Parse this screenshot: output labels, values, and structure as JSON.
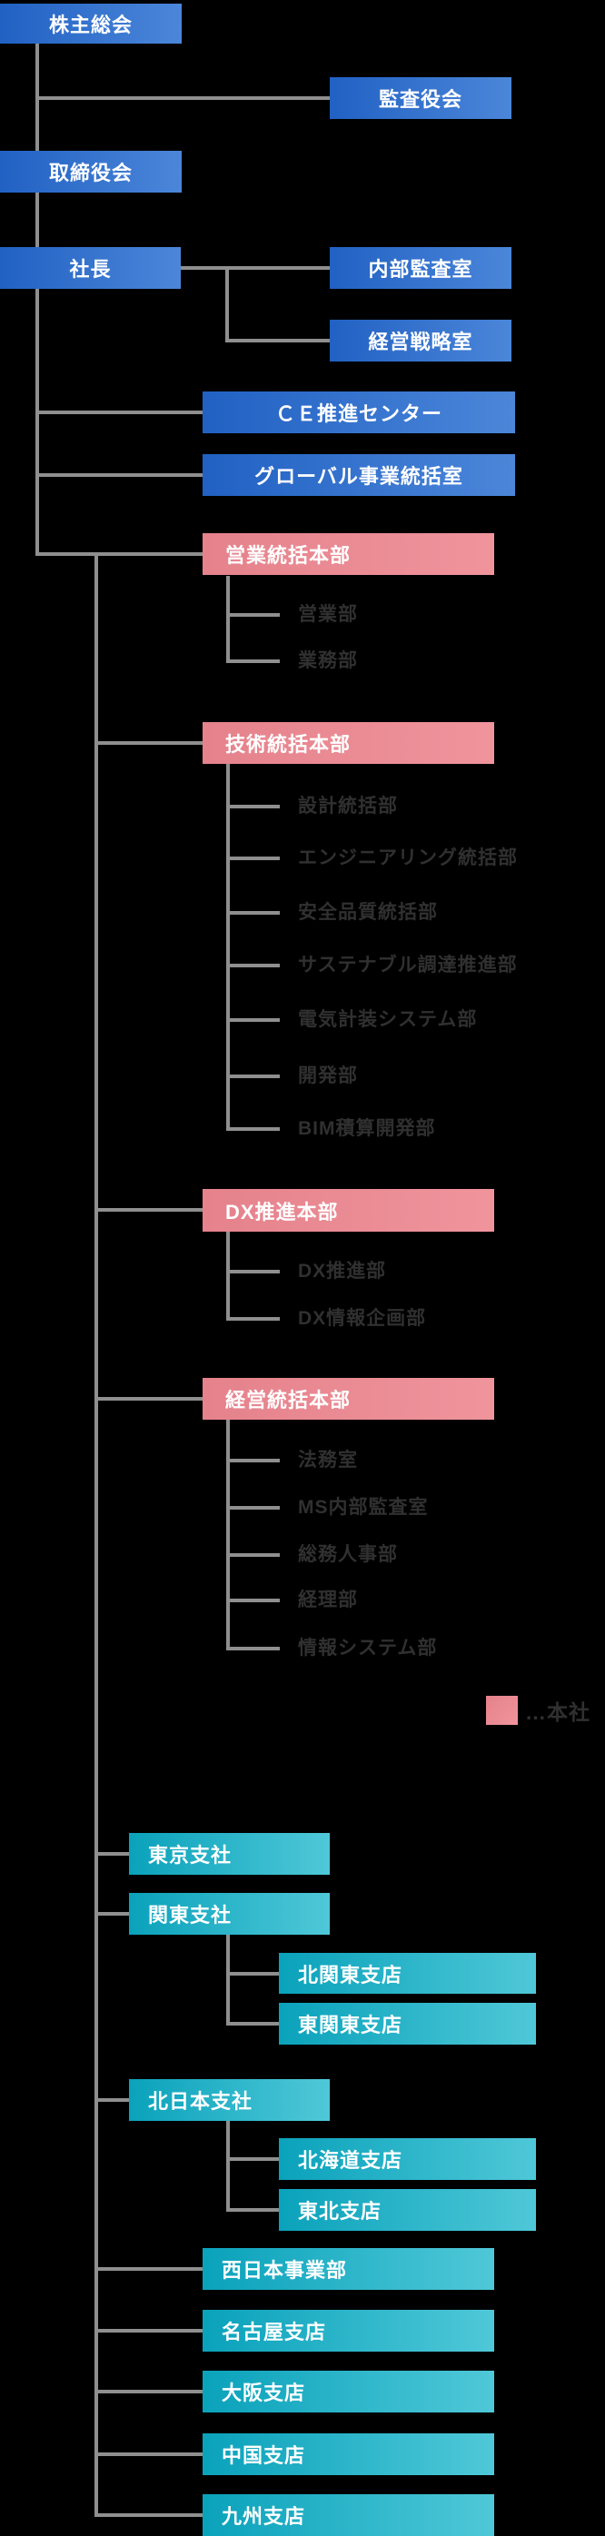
{
  "chart": {
    "type": "org-chart",
    "background": "#000000",
    "governance": {
      "general_meeting": "株主総会",
      "audit_board": "監査役会",
      "board_of_directors": "取締役会",
      "president": "社長"
    },
    "staff_offices": {
      "internal_audit": "内部監査室",
      "strategy_office": "経営戦略室",
      "ce_center": "ＣＥ推進センター",
      "global_office": "グローバル事業統括室"
    },
    "divisions": [
      {
        "label": "営業統括本部",
        "children": [
          "営業部",
          "業務部"
        ]
      },
      {
        "label": "技術統括本部",
        "children": [
          "設計統括部",
          "エンジニアリング統括部",
          "安全品質統括部",
          "サステナブル調達推進部",
          "電気計装システム部",
          "開発部",
          "BIM積算開発部"
        ]
      },
      {
        "label": "DX推進本部",
        "children": [
          "DX推進部",
          "DX情報企画部"
        ]
      },
      {
        "label": "経営統括本部",
        "children": [
          "法務室",
          "MS内部監査室",
          "総務人事部",
          "経理部",
          "情報システム部"
        ]
      }
    ],
    "branches": [
      {
        "label": "東京支社",
        "children": []
      },
      {
        "label": "関東支社",
        "children": [
          "北関東支店",
          "東関東支店"
        ]
      },
      {
        "label": "北日本支社",
        "children": [
          "北海道支店",
          "東北支店"
        ]
      },
      {
        "label": "西日本事業部",
        "children": []
      },
      {
        "label": "名古屋支店",
        "children": []
      },
      {
        "label": "大阪支店",
        "children": []
      },
      {
        "label": "中国支店",
        "children": []
      },
      {
        "label": "九州支店",
        "children": []
      }
    ],
    "legend": {
      "label": "…本社",
      "swatch_color": "#ec8992"
    },
    "colors": {
      "blue_start": "#2161c3",
      "blue_end": "#4b86d9",
      "pink_start": "#e5828c",
      "pink_end": "#f0949c",
      "teal_start": "#0aa2bb",
      "teal_end": "#4fc8d8",
      "connector": "#8f8f8f",
      "muted_child_text": "#303030"
    }
  }
}
